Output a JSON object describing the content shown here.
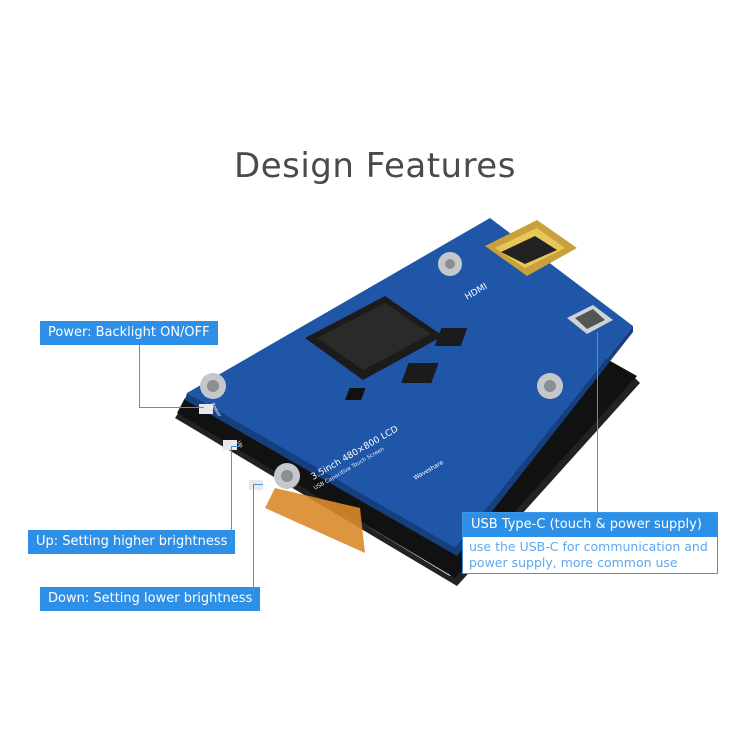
{
  "title": "Design Features",
  "callouts": {
    "power": "Power: Backlight ON/OFF",
    "up": "Up: Setting higher brightness",
    "down": "Down: Setting lower brightness",
    "usb_title": "USB Type-C (touch & power supply)",
    "usb_desc": "use the USB-C for communication and power supply, more common use"
  },
  "board": {
    "label_main": "3.5inch 480×800 LCD",
    "label_sub": "USB Capacitive Touch Screen",
    "hdmi": "HDMI",
    "brand": "Waveshare",
    "btn_power": "Power",
    "btn_up": "Up",
    "btn_down": "Down"
  },
  "colors": {
    "accent": "#2e8fe6",
    "pcb": "#1f56a8",
    "title": "#4a4a4a"
  }
}
